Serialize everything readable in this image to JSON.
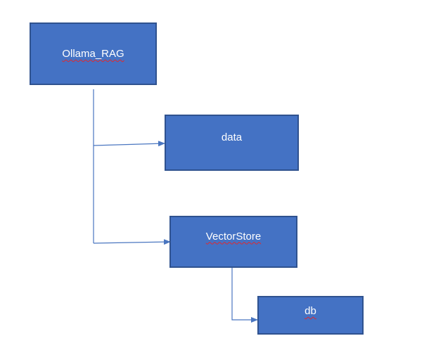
{
  "diagram": {
    "colors": {
      "box_fill": "#4472c4",
      "box_border": "#2f528f",
      "connector": "#4a76c0",
      "label": "#ffffff",
      "spellcheck_underline": "#e0282e"
    },
    "nodes": {
      "root": {
        "label": "Ollama_RAG"
      },
      "data": {
        "label": "data"
      },
      "vectorstore": {
        "label": "VectorStore"
      },
      "db": {
        "label": "db"
      }
    },
    "edges": [
      {
        "from": "Ollama_RAG",
        "to": "data"
      },
      {
        "from": "Ollama_RAG",
        "to": "VectorStore"
      },
      {
        "from": "VectorStore",
        "to": "db"
      }
    ]
  }
}
